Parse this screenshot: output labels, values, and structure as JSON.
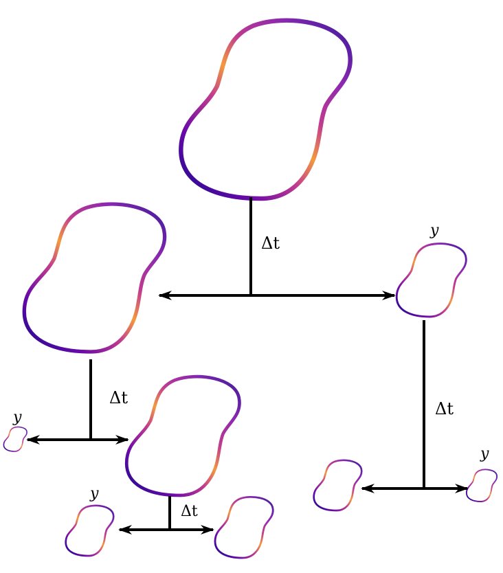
{
  "labels": {
    "dt_top": "Δt",
    "dt_left": "Δt",
    "dt_right": "Δt",
    "dt_bottom": "Δt",
    "y_right": "y",
    "y_left_small": "y",
    "y_bottom_left": "y",
    "y_bottom_right": "y"
  },
  "colors": {
    "line": "#000000",
    "gradient_stops": [
      "#1a0a8c",
      "#6a0aa8",
      "#b43c9a",
      "#e8644f",
      "#f7a43a",
      "#b43c9a",
      "#6a0aa8"
    ]
  }
}
